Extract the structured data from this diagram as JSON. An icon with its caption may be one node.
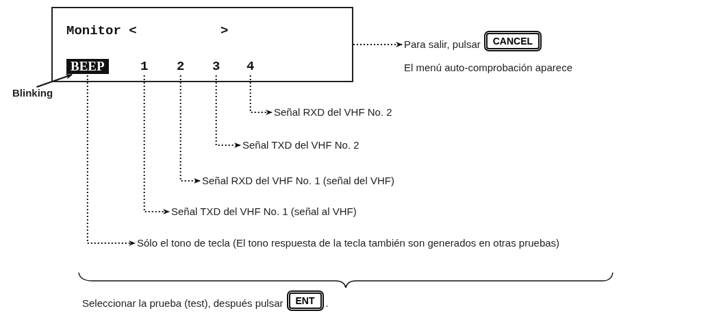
{
  "diagram": {
    "nodes": [
      {
        "text": [
          "Monitor <",
          ">"
        ]
      },
      {
        "text": [
          "BEEP"
        ],
        "in": 0
      },
      {
        "text": [
          "1"
        ],
        "in": 0
      },
      {
        "text": [
          "2"
        ],
        "in": 0
      },
      {
        "text": [
          "3"
        ],
        "in": 0
      },
      {
        "text": [
          "4"
        ],
        "in": 0
      },
      {
        "text": [
          "Para salir, pulsar"
        ]
      },
      {
        "text": [
          "CANCEL"
        ]
      },
      {
        "text": [
          "Blinking"
        ]
      },
      {
        "text": [
          "Señal RXD del VHF No. 2"
        ]
      },
      {
        "text": [
          "Señal TXD del VHF No. 2"
        ]
      },
      {
        "text": [
          "Señal RXD del VHF No. 1 (señal del VHF)"
        ]
      },
      {
        "text": [
          "Señal TXD del VHF No. 1 (señal al VHF)"
        ]
      },
      {
        "text": [
          "Sólo el tono de tecla (El tono respuesta de la tecla también son generados en otras pruebas)"
        ]
      },
      {
        "text": [
          "Seleccionar la prueba (test), después pulsar"
        ]
      },
      {
        "text": [
          "ENT"
        ]
      }
    ],
    "edges": [
      {
        "from": 0,
        "to": 6,
        "arrow": "to",
        "style": "dashed"
      },
      {
        "from": 8,
        "to": 1,
        "arrow": "to"
      },
      {
        "from": 5,
        "to": 9,
        "arrow": "to",
        "style": "dashed"
      },
      {
        "from": 4,
        "to": 10,
        "arrow": "to",
        "style": "dashed"
      },
      {
        "from": 3,
        "to": 11,
        "arrow": "to",
        "style": "dashed"
      },
      {
        "from": 2,
        "to": 12,
        "arrow": "to",
        "style": "dashed"
      },
      {
        "from": 1,
        "to": 13,
        "arrow": "to",
        "style": "dashed"
      }
    ],
    "labels": [
      "El menú auto-comprobación aparece",
      "."
    ]
  }
}
